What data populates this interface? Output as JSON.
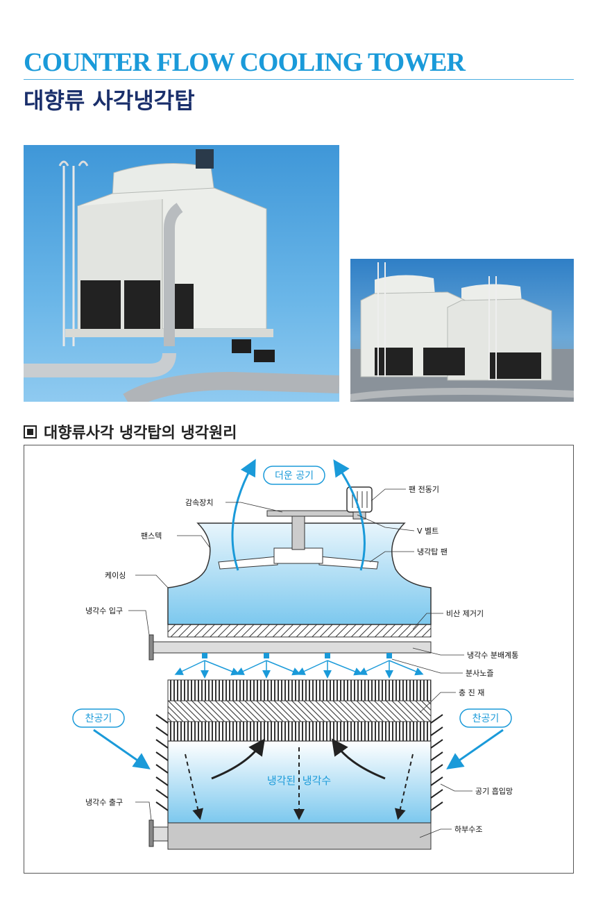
{
  "header": {
    "title_en": "COUNTER FLOW COOLING TOWER",
    "title_ko": "대향류 사각냉각탑"
  },
  "section": {
    "heading": "대향류사각 냉각탑의 냉각원리"
  },
  "diagram": {
    "hot_air": "더운 공기",
    "cold_air_left": "찬공기",
    "cold_air_right": "찬공기",
    "cooled_water": "냉각된  냉각수",
    "labels": {
      "fan_motor": "팬 전동기",
      "speed_reducer": "감속장치",
      "v_belt": "V 벨트",
      "fan_stack": "팬스텍",
      "tower_fan": "냉각탑 팬",
      "casing": "케이싱",
      "water_inlet": "냉각수 입구",
      "eliminator": "비산 제거기",
      "distribution": "냉각수 분배계통",
      "spray_nozzle": "분사노즐",
      "fill": "충 진 재",
      "air_inlet": "공기 흡입망",
      "water_outlet": "냉각수 출구",
      "basin": "하부수조"
    }
  },
  "colors": {
    "title_blue": "#1a9ad9",
    "title_navy": "#1a2f6b",
    "arrow_blue": "#1a9ad9"
  }
}
